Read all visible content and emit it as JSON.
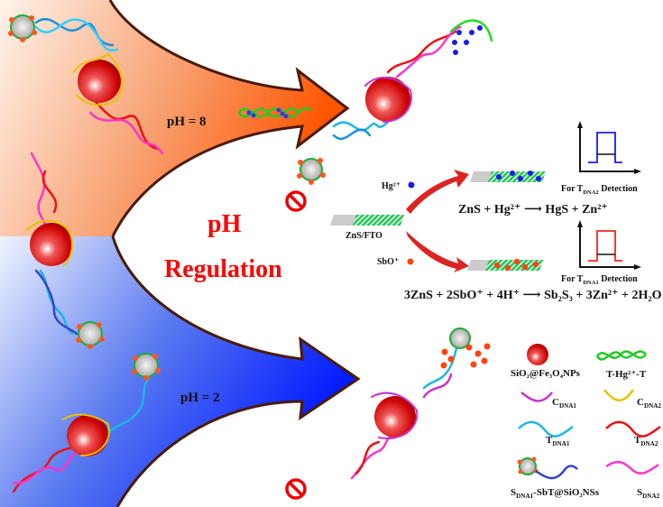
{
  "title_line1": "pH",
  "title_line2": "Regulation",
  "top_arrow": {
    "label": "pH = 8",
    "color": "#ff6a1a"
  },
  "bottom_arrow": {
    "label": "pH = 2",
    "color": "#0a2cff"
  },
  "electrode": {
    "label": "ZnS/FTO"
  },
  "ions": {
    "hg": "Hg²⁺",
    "sbo": "SbO⁺"
  },
  "detection": {
    "top": {
      "prefix": "For T",
      "sub": "DNA2",
      "suffix": " Detection",
      "signal_color": "#1a1aff"
    },
    "bottom": {
      "prefix": "For T",
      "sub": "DNA1",
      "suffix": " Detection",
      "signal_color": "#ff2020"
    }
  },
  "equations": {
    "hg": "ZnS + Hg²⁺ ⟶ HgS + Zn²⁺",
    "sb": "3ZnS + 2SbO⁺ + 4H⁺ ⟶ Sb₂S₃ + 3Zn²⁺ + 2H₂O"
  },
  "legend": [
    {
      "name": "SiO₂@Fe₃O₄NPs",
      "type": "sphere",
      "color": "#cc0000"
    },
    {
      "name": "T-Hg²⁺-T",
      "type": "helix",
      "color": "#22cc22"
    },
    {
      "name": "C",
      "sub": "DNA1",
      "type": "strand",
      "color": "#cc33cc"
    },
    {
      "name": "C",
      "sub": "DNA2",
      "type": "strand",
      "color": "#e6c200"
    },
    {
      "name": "T",
      "sub": "DNA1",
      "type": "strand",
      "color": "#1ab8e0"
    },
    {
      "name": "T",
      "sub": "DNA2",
      "type": "strand",
      "color": "#ee1111"
    },
    {
      "name": "S",
      "sub": "DNA1",
      "suffix": "-SbT@SiO₂NSs",
      "type": "ns",
      "color": "#3344cc"
    },
    {
      "name": "S",
      "sub": "DNA2",
      "type": "strand",
      "color": "#ff33cc"
    }
  ]
}
